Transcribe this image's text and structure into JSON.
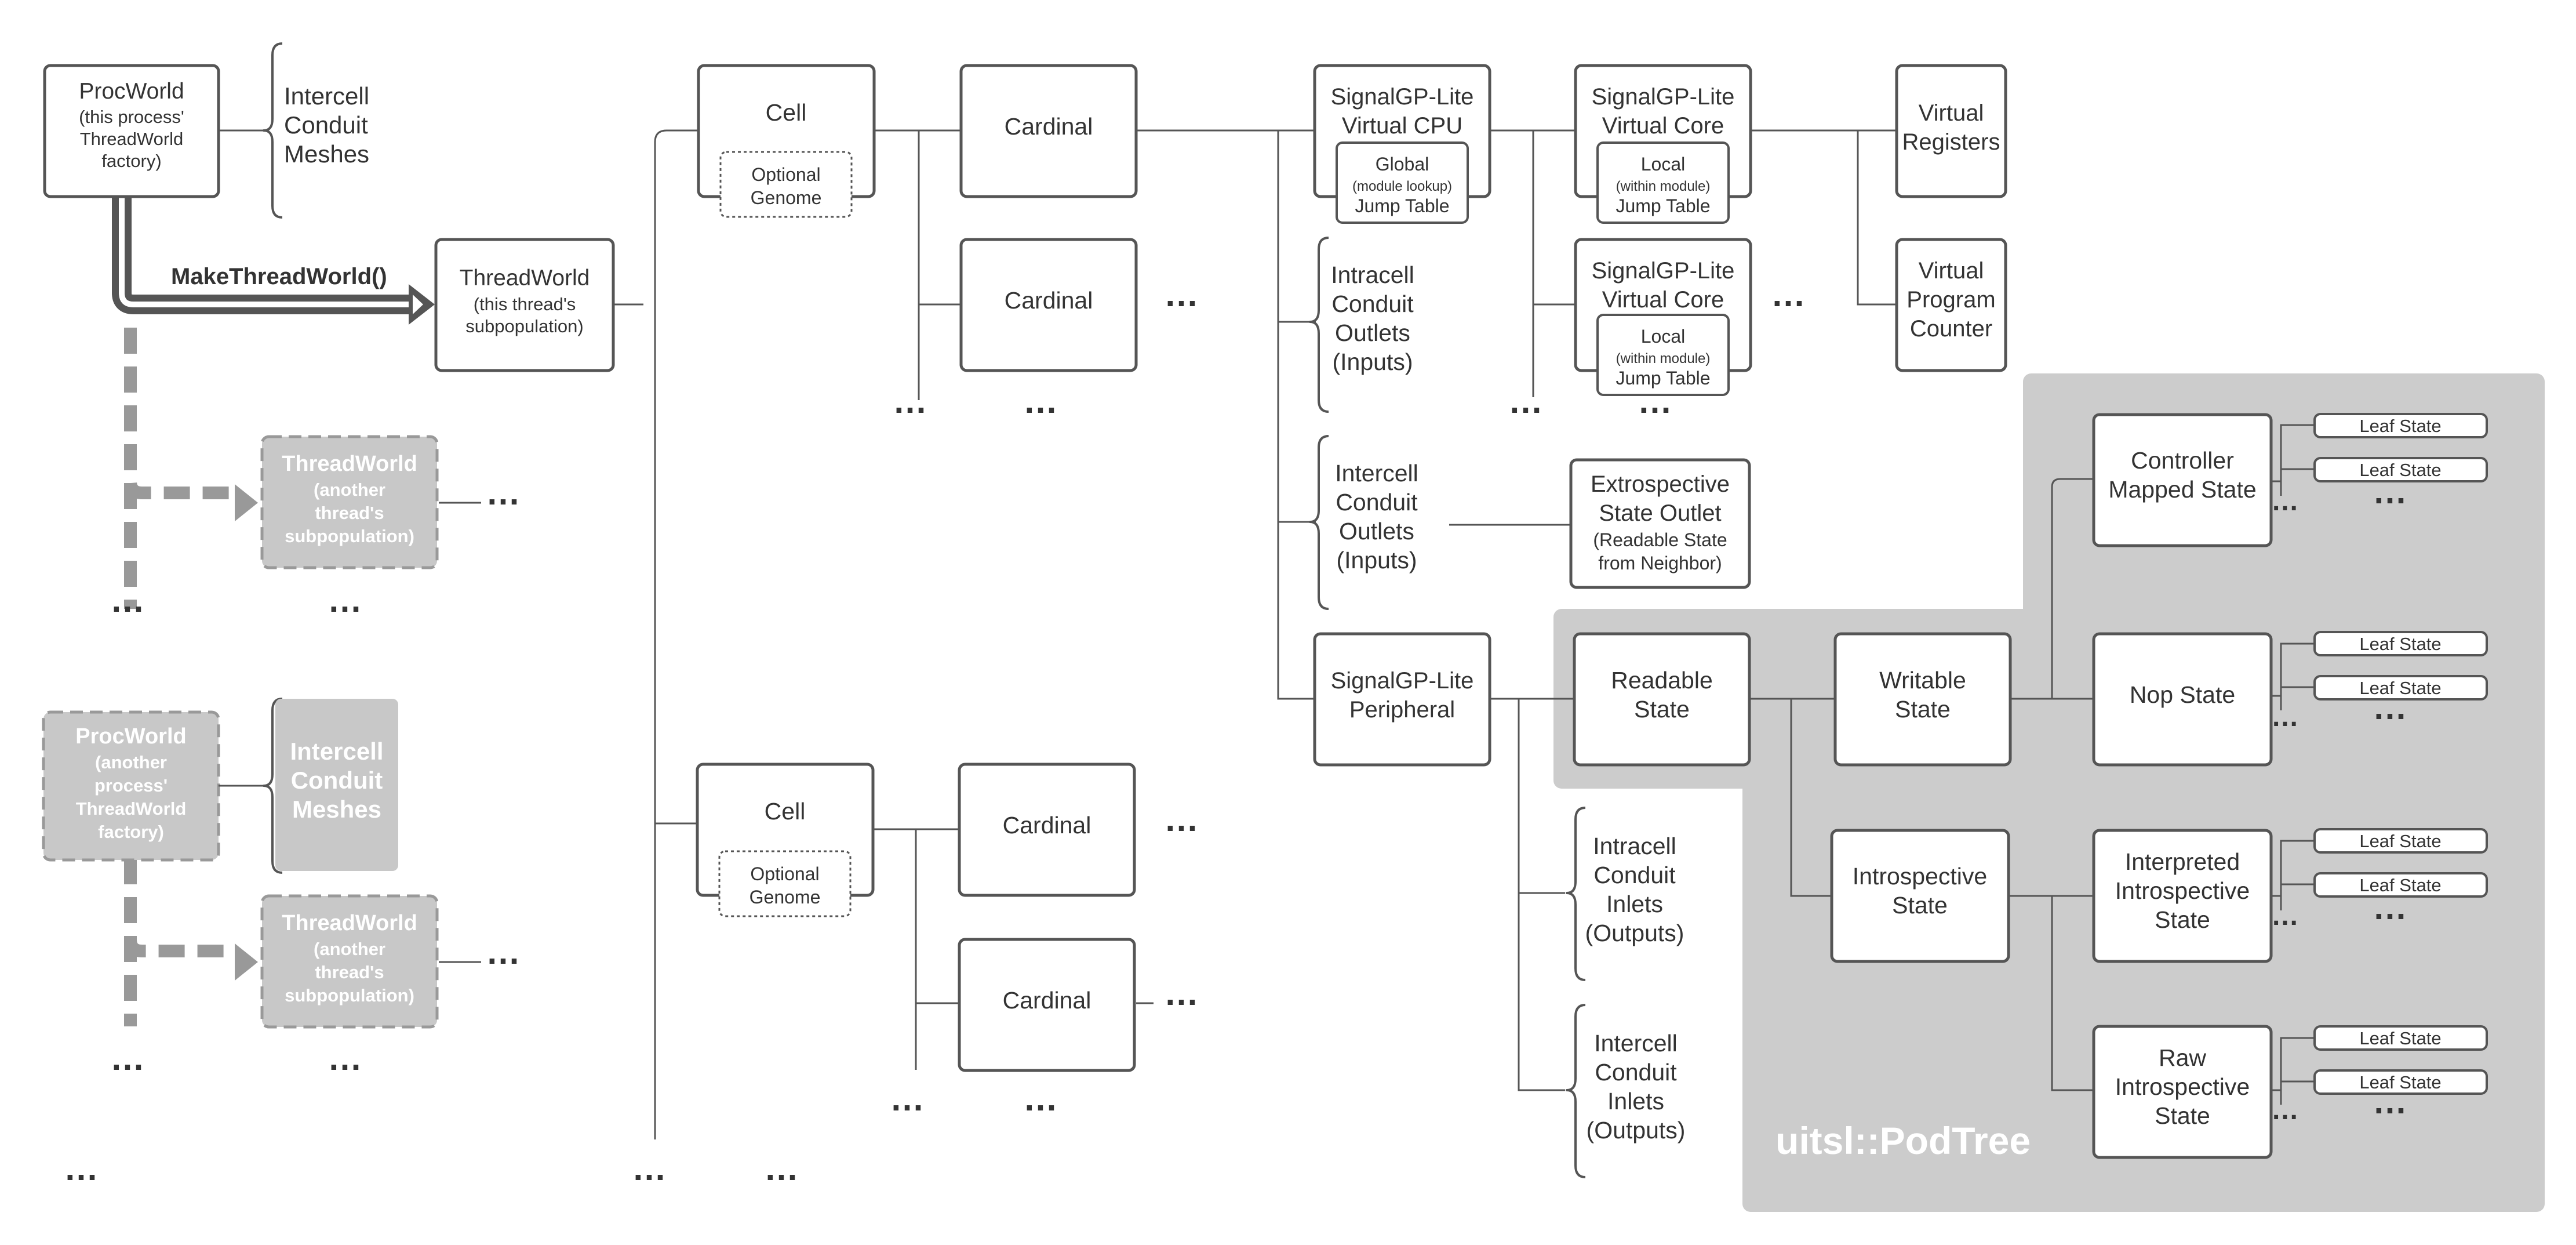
{
  "procworld": {
    "line1": "ProcWorld",
    "line2": "(this process'",
    "line3": "ThreadWorld",
    "line4": "factory)"
  },
  "mesh_top": {
    "line1": "Intercell",
    "line2": "Conduit",
    "line3": "Meshes"
  },
  "make_thread_world": "MakeThreadWorld()",
  "threadworld": {
    "line1": "ThreadWorld",
    "line2": "(this thread's",
    "line3": "subpopulation)"
  },
  "ghost_threadworld": {
    "line1": "ThreadWorld",
    "line2": "(another",
    "line3": "thread's",
    "line4": "subpopulation)"
  },
  "ghost_procworld": {
    "line1": "ProcWorld",
    "line2": "(another",
    "line3": "process'",
    "line4": "ThreadWorld",
    "line5": "factory)"
  },
  "ghost_mesh": {
    "line1": "Intercell",
    "line2": "Conduit",
    "line3": "Meshes"
  },
  "cell": {
    "title": "Cell",
    "genome1": "Optional",
    "genome2": "Genome"
  },
  "cardinal": "Cardinal",
  "cpu": {
    "line1": "SignalGP-Lite",
    "line2": "Virtual CPU"
  },
  "global_jt": {
    "line1": "Global",
    "line2": "(module lookup)",
    "line3": "Jump Table"
  },
  "core": {
    "line1": "SignalGP-Lite",
    "line2": "Virtual Core"
  },
  "local_jt": {
    "line1": "Local",
    "line2": "(within module)",
    "line3": "Jump Table"
  },
  "registers": {
    "line1": "Virtual",
    "line2": "Registers"
  },
  "program_counter": {
    "line1": "Virtual",
    "line2": "Program",
    "line3": "Counter"
  },
  "intracell_outlets": {
    "line1": "Intracell",
    "line2": "Conduit",
    "line3": "Outlets",
    "line4": "(Inputs)"
  },
  "intercell_outlets": {
    "line1": "Intercell",
    "line2": "Conduit",
    "line3": "Outlets",
    "line4": "(Inputs)"
  },
  "extrospective": {
    "line1": "Extrospective",
    "line2": "State Outlet",
    "line3": "(Readable State",
    "line4": "from Neighbor)"
  },
  "peripheral": {
    "line1": "SignalGP-Lite",
    "line2": "Peripheral"
  },
  "intracell_inlets": {
    "line1": "Intracell",
    "line2": "Conduit",
    "line3": "Inlets",
    "line4": "(Outputs)"
  },
  "intercell_inlets": {
    "line1": "Intercell",
    "line2": "Conduit",
    "line3": "Inlets",
    "line4": "(Outputs)"
  },
  "readable": {
    "line1": "Readable",
    "line2": "State"
  },
  "writable": {
    "line1": "Writable",
    "line2": "State"
  },
  "introspective": {
    "line1": "Introspective",
    "line2": "State"
  },
  "controller": {
    "line1": "Controller",
    "line2": "Mapped State"
  },
  "nop": "Nop State",
  "interpreted": {
    "line1": "Interpreted",
    "line2": "Introspective",
    "line3": "State"
  },
  "raw": {
    "line1": "Raw",
    "line2": "Introspective",
    "line3": "State"
  },
  "leaf": "Leaf State",
  "podtree_label": "uitsl::PodTree",
  "ellipsis": "…",
  "colors": {
    "line": "#555555",
    "ghost_fill": "#c8c8c8",
    "podtree_bg": "#cccccc",
    "arrow": "#555555"
  }
}
